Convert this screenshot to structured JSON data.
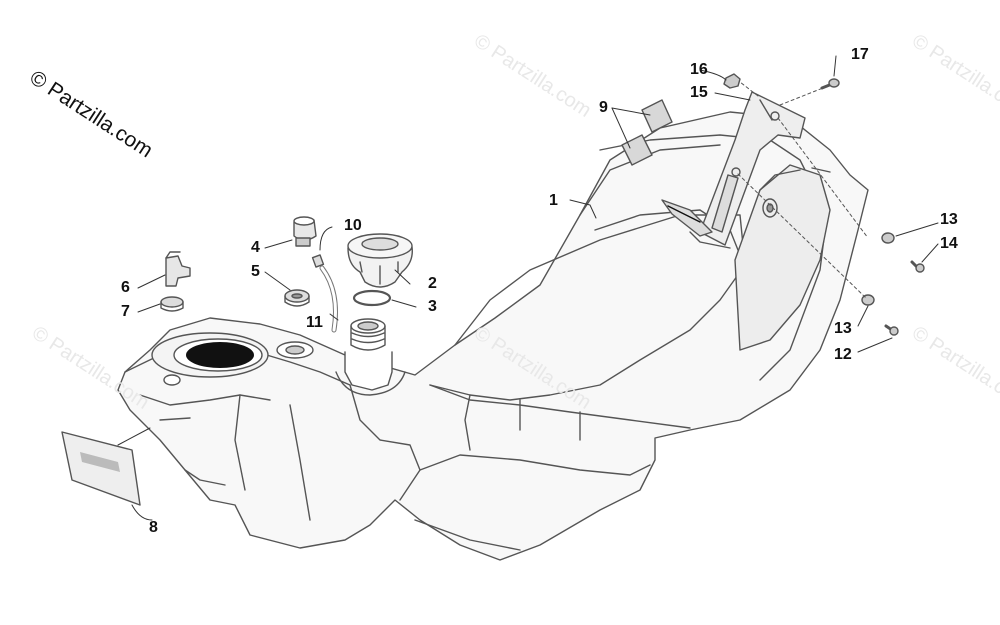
{
  "watermark": {
    "text": "© Partzilla.com",
    "faint_text": "© Partzilla.com",
    "color": "#111111",
    "faint_color": "#e8e8e8"
  },
  "callouts": {
    "p1": "1",
    "p2": "2",
    "p3": "3",
    "p4": "4",
    "p5": "5",
    "p6": "6",
    "p7": "7",
    "p8": "8",
    "p9": "9",
    "p10": "10",
    "p11": "11",
    "p12": "12",
    "p13a": "13",
    "p13b": "13",
    "p14": "14",
    "p15": "15",
    "p16": "16",
    "p17": "17"
  },
  "colors": {
    "line": "#555555",
    "fill": "#f7f7f7",
    "shade": "#d8d8d8",
    "dark": "#111111"
  }
}
